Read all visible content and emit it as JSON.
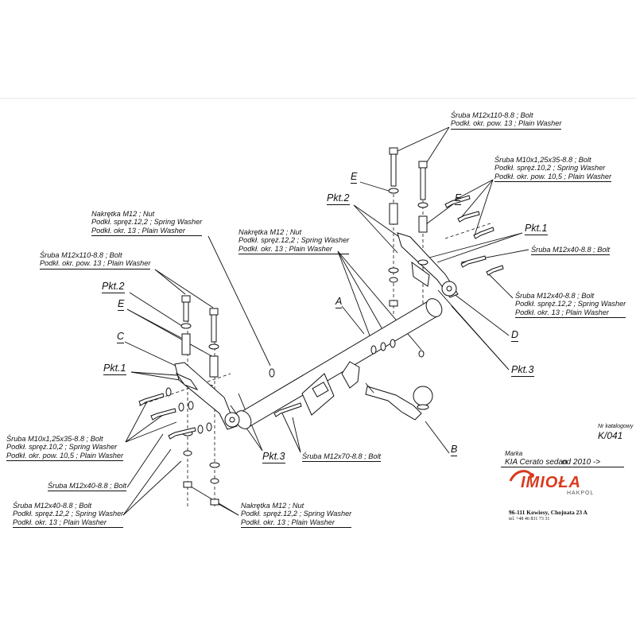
{
  "labels": {
    "bolt_top_1": "Śruba M12x110-8.8 ;  Bolt",
    "washer_top_1": "Podkł. okr. pow. 13 ; Plain Washer",
    "bolt_top_2": "Śruba M10x1,25x35-8.8 ;  Bolt",
    "spring_top_2": "Podkł. spręż.10,2 ; Spring Washer",
    "washer_top_2": "Podkł. okr. pow. 10,5 ; Plain Washer",
    "nut_left_1": "Nakrętka  M12 ; Nut",
    "spring_left_1": "Podkł. spręż.12,2 ; Spring Washer",
    "washer_left_1": "Podkł. okr. 13 ; Plain Washer",
    "nut_mid": "Nakrętka  M12 ; Nut",
    "spring_mid": "Podkł. spręż.12,2 ; Spring Washer",
    "washer_mid": "Podkł. okr. 13 ; Plain Washer",
    "bolt_left_110": "Śruba M12x110-8.8 ;  Bolt",
    "washer_left_110": "Podkł. okr. pow. 13 ; Plain Washer",
    "bolt_right_40a": "Śruba M12x40-8.8 ;  Bolt",
    "bolt_right_40b": "Śruba M12x40-8.8 ;  Bolt",
    "spring_right_40b": "Podkł. spręż.12,2 ; Spring Washer",
    "washer_right_40b": "Podkł. okr. 13 ; Plain Washer",
    "bolt_bl_m10": "Śruba M10x1,25x35-8.8 ;  Bolt",
    "spring_bl_m10": "Podkł. spręż.10,2 ; Spring Washer",
    "washer_bl_m10": "Podkł. okr. pow. 10,5 ; Plain Washer",
    "bolt_bl_40": "Śruba M12x40-8.8 ;  Bolt",
    "bolt_bl_40b": "Śruba M12x40-8.8 ;  Bolt",
    "spring_bl_40b": "Podkł. spręż.12,2 ; Spring Washer",
    "washer_bl_40b": "Podkł. okr. 13 ; Plain Washer",
    "bolt_m12x70": "Śruba M12x70-8.8 ;  Bolt",
    "nut_bottom": "Nakrętka  M12 ; Nut",
    "spring_bottom": "Podkł. spręż.12,2 ; Spring Washer",
    "washer_bottom": "Podkł. okr. 13 ; Plain Washer"
  },
  "callouts": {
    "pkt1": "Pkt.1",
    "pkt2": "Pkt.2",
    "pkt3": "Pkt.3",
    "A": "A",
    "B": "B",
    "C": "C",
    "D": "D",
    "E": "E"
  },
  "info": {
    "catalog_label": "Nr katalogowy",
    "catalog_number": "K/041",
    "make_label": "Marka",
    "model": "KIA Cerato sedan",
    "years": "od 2010 ->"
  },
  "brand": {
    "name": "IMIOŁA",
    "sub": "HAKPOL",
    "address": "96-111 Kowiesy, Chojnata 23 A",
    "phone": "tel. +48 46 831 73 31",
    "color": "#d93a1f"
  }
}
